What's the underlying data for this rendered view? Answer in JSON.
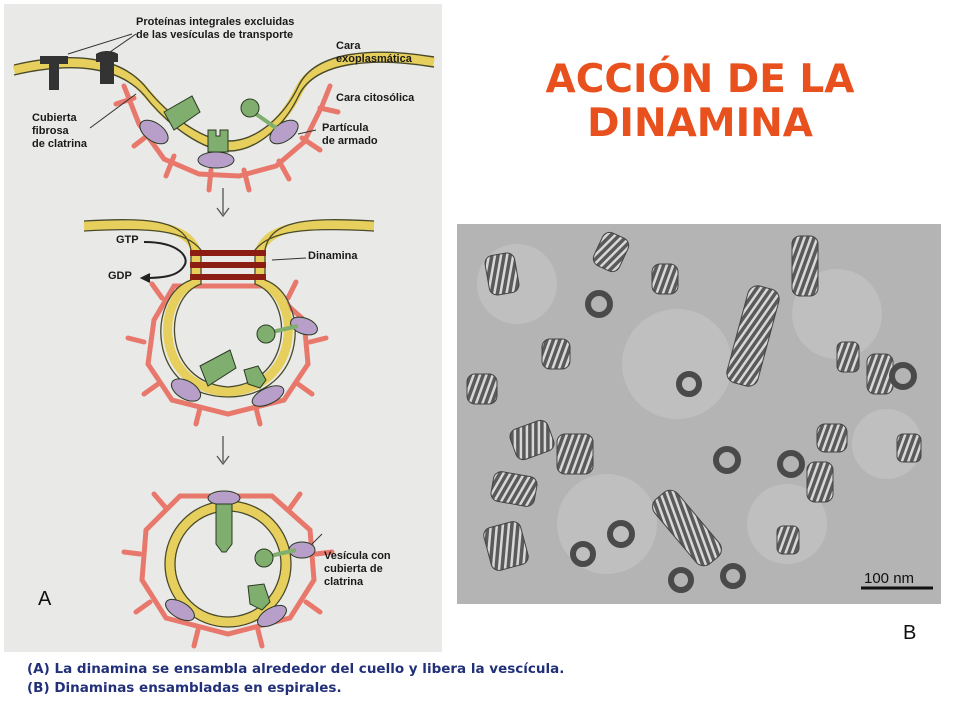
{
  "title": {
    "line1": "ACCIÓN DE LA",
    "line2": "DINAMINA"
  },
  "panel_a": {
    "label_integral_proteins_1": "Proteínas integrales excluidas",
    "label_integral_proteins_2": "de las vesículas de transporte",
    "label_exoplasmic_1": "Cara",
    "label_exoplasmic_2": "exoplasmática",
    "label_cytosolic": "Cara citosólica",
    "label_clathrin_coat_1": "Cubierta",
    "label_clathrin_coat_2": "fibrosa",
    "label_clathrin_coat_3": "de clatrina",
    "label_assembly_particle_1": "Partícula",
    "label_assembly_particle_2": "de armado",
    "label_gtp": "GTP",
    "label_gdp": "GDP",
    "label_dynamin": "Dinamina",
    "label_vesicle_1": "Vesícula con",
    "label_vesicle_2": "cubierta de",
    "label_vesicle_3": "clatrina",
    "letter": "A"
  },
  "panel_b": {
    "scale_bar": "100 nm",
    "letter": "B"
  },
  "caption": {
    "line_a": "(A) La dinamina se ensambla alrededor del cuello y libera la vescícula.",
    "line_b": "(B) Dinaminas ensambladas en espirales."
  },
  "colors": {
    "title": "#e8501e",
    "caption": "#22307a",
    "membrane": "#e6cf5c",
    "clathrin": "#e8786c",
    "protein_green": "#7fae6e",
    "adaptor_purple": "#b79fc9",
    "dynamin": "#8b1d12"
  }
}
